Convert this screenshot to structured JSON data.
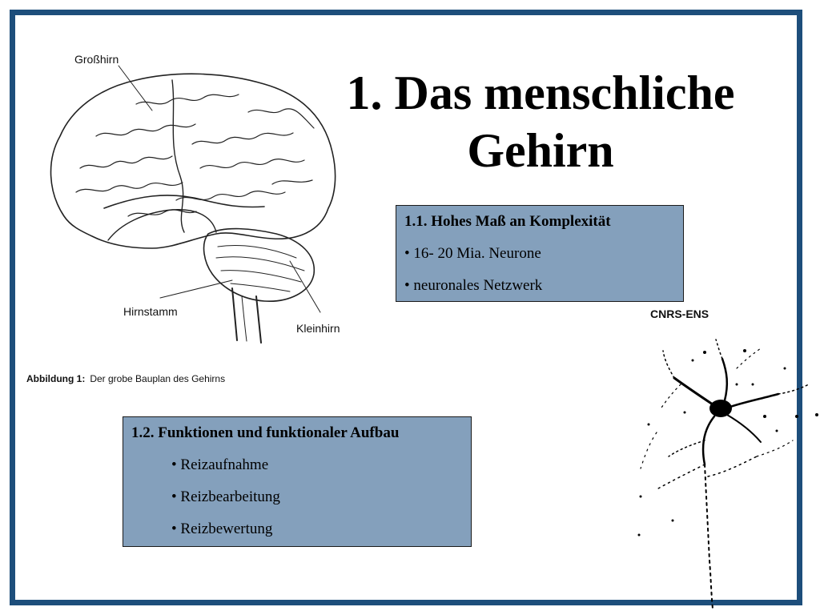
{
  "slide": {
    "title_line1": "1. Das menschliche",
    "title_line2": "Gehirn"
  },
  "box1": {
    "heading": "1.1. Hohes Maß an Komplexität",
    "items": [
      "• 16- 20 Mia. Neurone",
      "• neuronales Netzwerk"
    ]
  },
  "box2": {
    "heading": "1.2. Funktionen und funktionaler Aufbau",
    "items": [
      "• Reizaufnahme",
      "• Reizbearbeitung",
      "• Reizbewertung"
    ]
  },
  "brain_figure": {
    "label_cerebrum": "Großhirn",
    "label_brainstem": "Hirnstamm",
    "label_cerebellum": "Kleinhirn",
    "caption_prefix": "Abbildung 1:",
    "caption_text": "Der grobe Bauplan des Gehirns"
  },
  "neuron_figure": {
    "credit": "CNRS-ENS"
  },
  "colors": {
    "frame": "#1d4e7b",
    "box_fill": "#84a0bc"
  }
}
